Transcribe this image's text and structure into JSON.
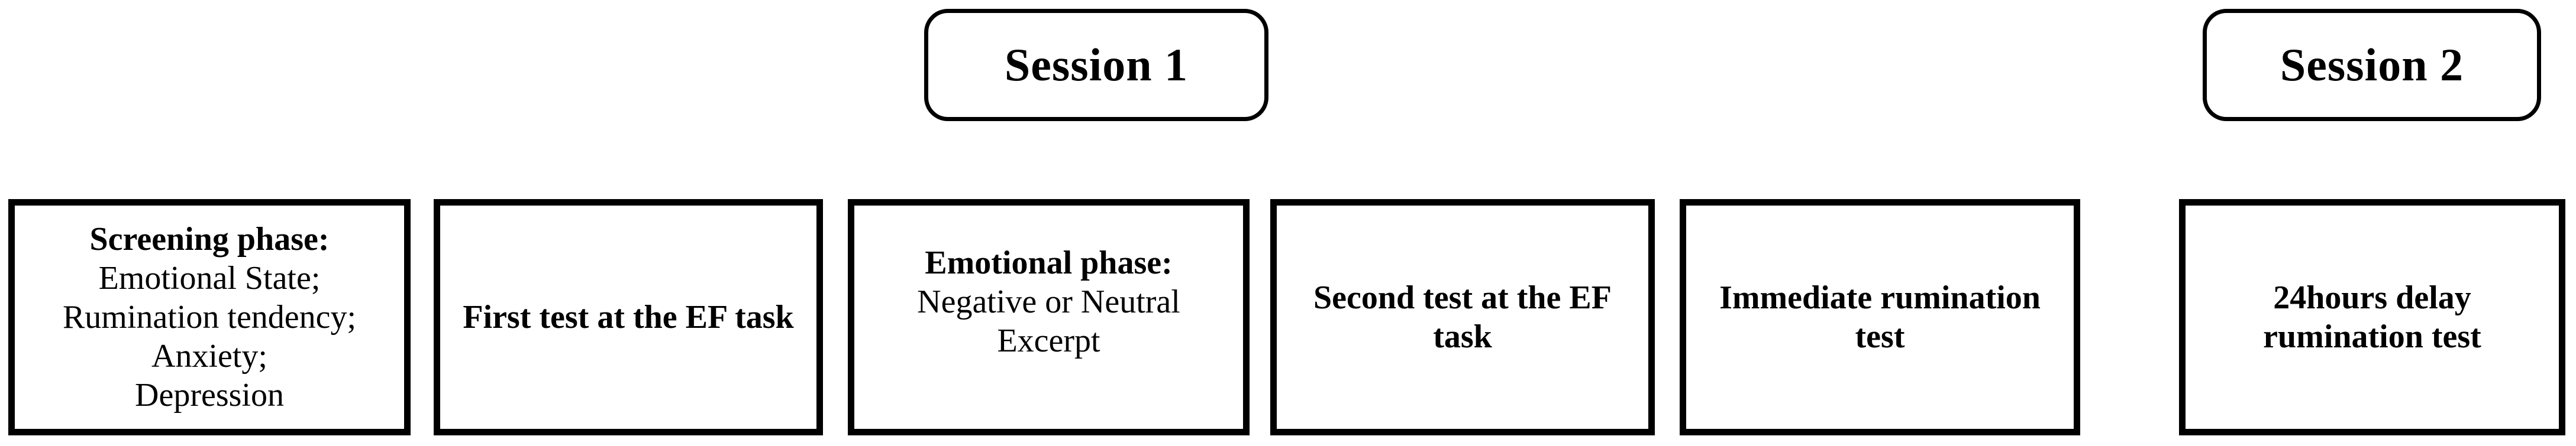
{
  "figure": {
    "background_color": "#ffffff",
    "line_color": "#000000"
  },
  "sessions": [
    {
      "label": "Session 1"
    },
    {
      "label": "Session 2"
    }
  ],
  "boxes": [
    {
      "id": "screening-phase",
      "lines": [
        "Screening phase:",
        "Emotional State;",
        "Rumination tendency;",
        "Anxiety;",
        "Depression"
      ]
    },
    {
      "id": "first-ef-test",
      "lines": [
        "First test at the EF task"
      ]
    },
    {
      "id": "emotional-phase",
      "lines": [
        "Emotional phase:",
        "Negative or Neutral",
        "Excerpt"
      ]
    },
    {
      "id": "second-ef-test",
      "lines": [
        "Second test at the EF",
        "task"
      ]
    },
    {
      "id": "immediate-rumination-test",
      "lines": [
        "Immediate rumination",
        "test"
      ]
    },
    {
      "id": "delayed-rumination-test",
      "lines": [
        "24hours delay",
        "rumination test"
      ]
    }
  ]
}
